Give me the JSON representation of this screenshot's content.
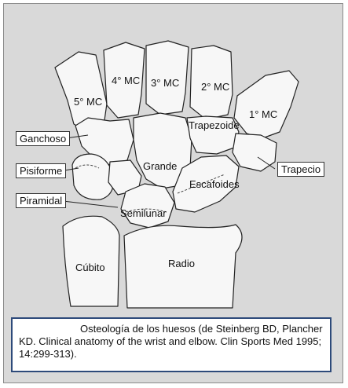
{
  "figure": {
    "labels": {
      "mc5": "5° MC",
      "mc4": "4° MC",
      "mc3": "3° MC",
      "mc2": "2° MC",
      "mc1": "1° MC",
      "ganchoso": "Ganchoso",
      "pisiforme": "Pisiforme",
      "piramidal": "Piramidal",
      "grande": "Grande",
      "trapezoide": "Trapezoide",
      "escafoides": "Escafoides",
      "trapecio": "Trapecio",
      "semilunar": "Semilunar",
      "cubito": "Cúbito",
      "radio": "Radio"
    },
    "caption": "Osteología de los huesos (de Steinberg BD, Plancher KD. Clinical anatomy of the wrist and elbow. Clin Sports Med 1995; 14:299-313)."
  },
  "colors": {
    "background": "#d9d9d9",
    "bone": "#f7f7f7",
    "line": "#222222",
    "caption_border": "#2d4a7a"
  }
}
